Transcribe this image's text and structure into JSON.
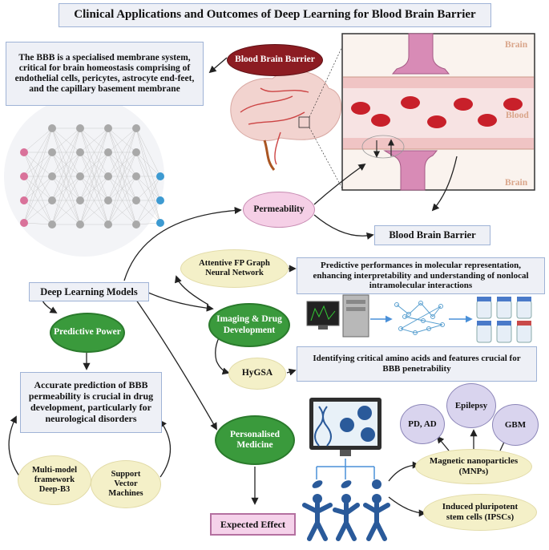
{
  "title": "Clinical Applications and Outcomes of Deep Learning for Blood Brain Barrier",
  "bbb_description": "The BBB is a specialised membrane system, critical for brain homeostasis comprising of endothelial cells, pericytes, astrocyte end-feet, and the capillary basement membrane",
  "blood_brain_barrier_oval": "Blood Brain Barrier",
  "panel_labels": {
    "brain_top": "Brain",
    "blood": "Blood",
    "brain_bottom": "Brain"
  },
  "permeability": "Permeability",
  "bbb_box": "Blood Brain Barrier",
  "attentive_fp": "Attentive FP Graph Neural Network",
  "attentive_fp_outcome": "Predictive performances in molecular representation, enhancing interpretability and understanding of nonlocal intramolecular interactions",
  "deep_learning_models": "Deep Learning Models",
  "predictive_power": "Predictive Power",
  "imaging_drug": "Imaging & Drug Development",
  "hygsa": "HyGSA",
  "hygsa_outcome": "Identifying critical amino acids and features crucial for BBB penetrability",
  "accurate_prediction": "Accurate prediction of BBB permeability is crucial in drug development, particularly for neurological disorders",
  "multi_model": "Multi-model framework Deep-B3",
  "svm": "Support Vector Machines",
  "personalised_medicine": "Personalised Medicine",
  "expected_effect": "Expected Effect",
  "pd_ad": "PD, AD",
  "epilepsy": "Epilepsy",
  "gbm": "GBM",
  "mnps": "Magnetic nanoparticles (MNPs)",
  "ipscs": "Induced pluripotent stem cells (IPSCs)",
  "colors": {
    "green": "#3a9a3c",
    "maroon": "#8c1c22",
    "pink": "#f5cfe6",
    "cream": "#f4f0c8",
    "lavender": "#d9d4ee",
    "box_border": "#9fb3d6"
  }
}
